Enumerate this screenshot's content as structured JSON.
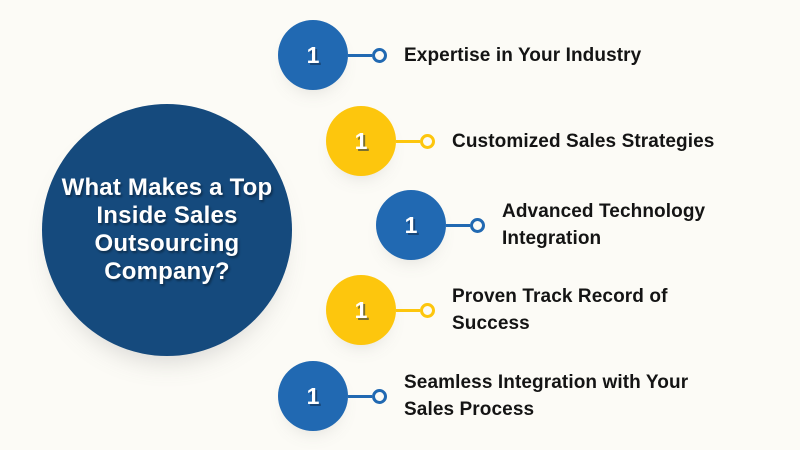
{
  "colors": {
    "page_bg": "#fcfbf6",
    "navy": "#154a7d",
    "blue": "#2169b2",
    "yellow": "#fdc60d",
    "text": "#141414"
  },
  "title_circle": {
    "text": "What Makes a Top Inside Sales Outsourcing Company?",
    "lines": [
      "What Makes a Top",
      "Inside Sales",
      "Outsourcing",
      "Company?"
    ]
  },
  "features": [
    {
      "number": "1",
      "color": "blue",
      "label": "Expertise in Your Industry"
    },
    {
      "number": "1",
      "color": "yellow",
      "label": "Customized Sales Strategies"
    },
    {
      "number": "1",
      "color": "blue",
      "label": "Advanced Technology Integration"
    },
    {
      "number": "1",
      "color": "yellow",
      "label": "Proven Track Record of Success"
    },
    {
      "number": "1",
      "color": "blue",
      "label": "Seamless Integration with Your Sales Process"
    }
  ]
}
